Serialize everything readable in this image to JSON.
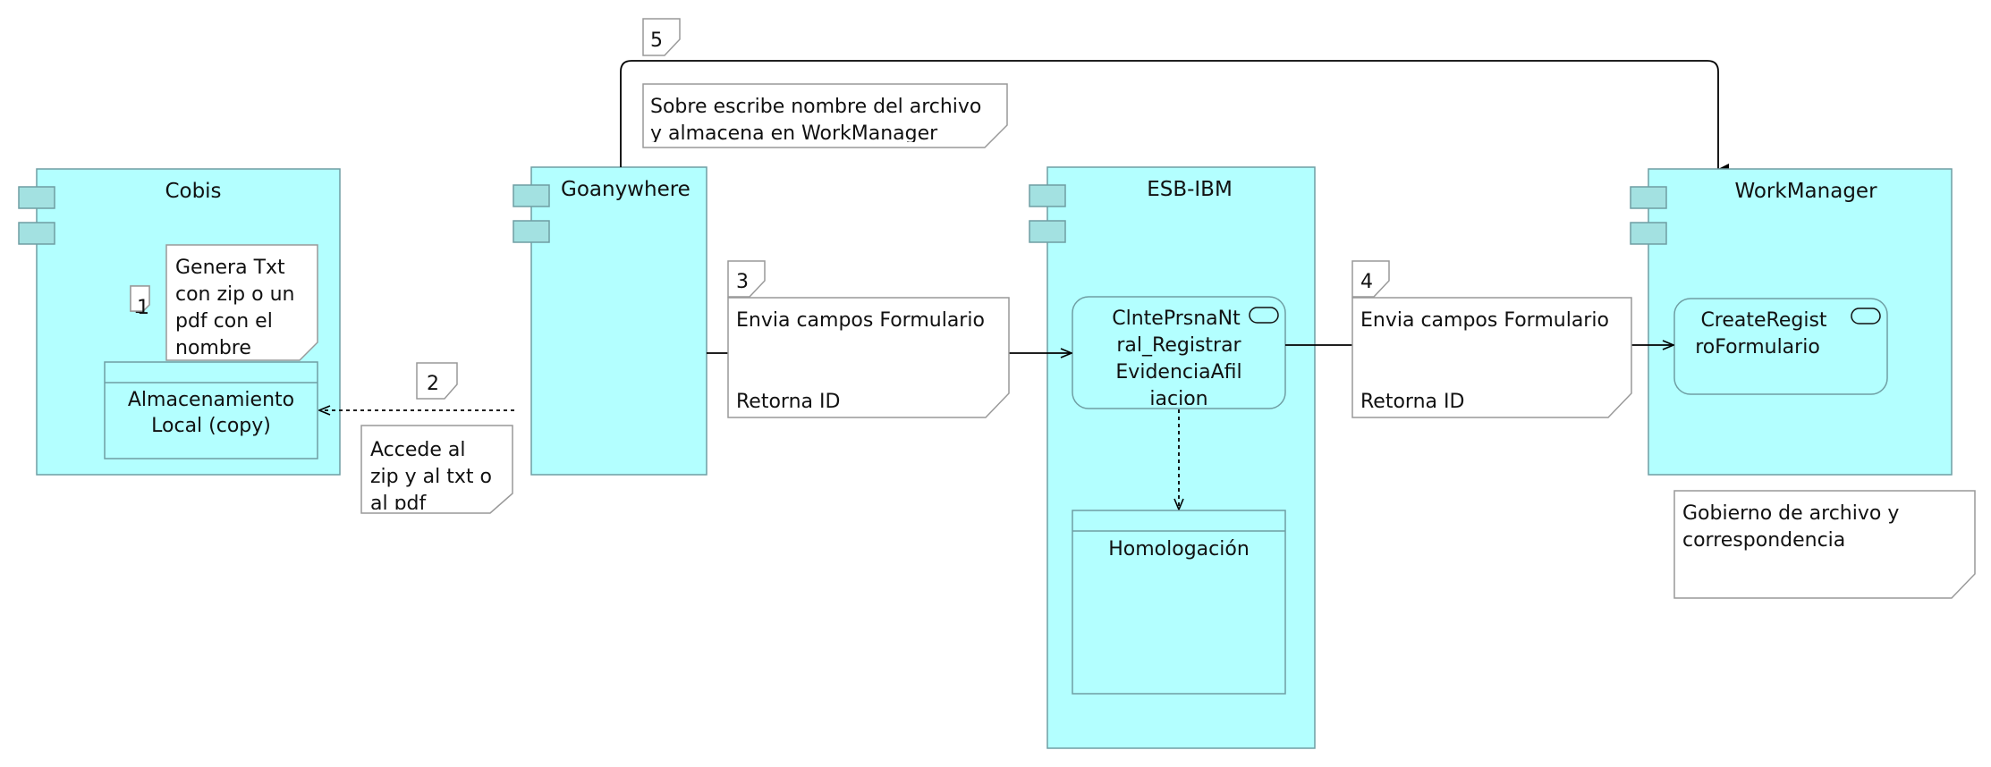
{
  "components": [
    {
      "id": "cobis",
      "label": "Cobis"
    },
    {
      "id": "goanywhere",
      "label": "Goanywhere"
    },
    {
      "id": "esb",
      "label": "ESB-IBM"
    },
    {
      "id": "workmanager",
      "label": "WorkManager"
    }
  ],
  "inner_elements": {
    "almacenamiento": {
      "lines": [
        "Almacenamiento",
        "Local (copy)"
      ]
    },
    "clnte_service": {
      "lines": [
        "ClntePrsnaNt",
        "ral_Registrar",
        "EvidenciaAfil",
        "iacion"
      ]
    },
    "homologacion": {
      "label": "Homologación"
    },
    "create_service": {
      "lines": [
        "CreateRegist",
        "roFormulario"
      ]
    }
  },
  "steps": [
    {
      "num": "1",
      "note_lines": [
        "Genera Txt",
        "con zip o un",
        "pdf con el",
        "nombre"
      ]
    },
    {
      "num": "2",
      "note_lines": [
        "Accede al",
        "zip y al txt o",
        "al pdf"
      ]
    },
    {
      "num": "3",
      "note_lines": [
        "Envia campos Formulario",
        "",
        "Retorna ID"
      ]
    },
    {
      "num": "4",
      "note_lines": [
        "Envia campos Formulario",
        "",
        "Retorna ID"
      ]
    },
    {
      "num": "5",
      "note_lines": [
        "Sobre escribe nombre del archivo",
        "y almacena en WorkManager"
      ]
    }
  ],
  "extra_note": {
    "lines": [
      "Gobierno de archivo y",
      "correspondencia"
    ]
  },
  "colors": {
    "component_fill": "#b3ffff",
    "component_stroke": "#6f9ea3",
    "port_fill": "#a3e1e1",
    "note_stroke": "#999999",
    "line": "#000000"
  }
}
